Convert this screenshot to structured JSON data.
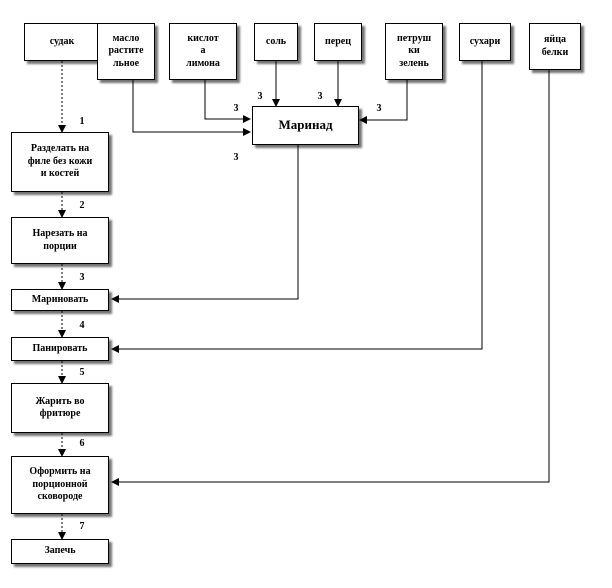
{
  "ingredients": [
    "судак",
    "масло\nрастите\nльное",
    "кислот\nа\nлимона",
    "соль",
    "перец",
    "петруш\nки\nзелень",
    "сухари",
    "яйца\nбелки"
  ],
  "marinade": "Маринад",
  "steps": [
    "Разделать на\nфиле без кожи\nи костей",
    "Нарезать на\nпорции",
    "Мариновать",
    "Панировать",
    "Жарить во\nфритюре",
    "Оформить на\nпорционной\nсковороде",
    "Запечь"
  ],
  "step_numbers": [
    "1",
    "2",
    "3",
    "4",
    "5",
    "6",
    "7"
  ],
  "marinade_numbers": [
    "3",
    "3",
    "3",
    "3",
    "3"
  ]
}
